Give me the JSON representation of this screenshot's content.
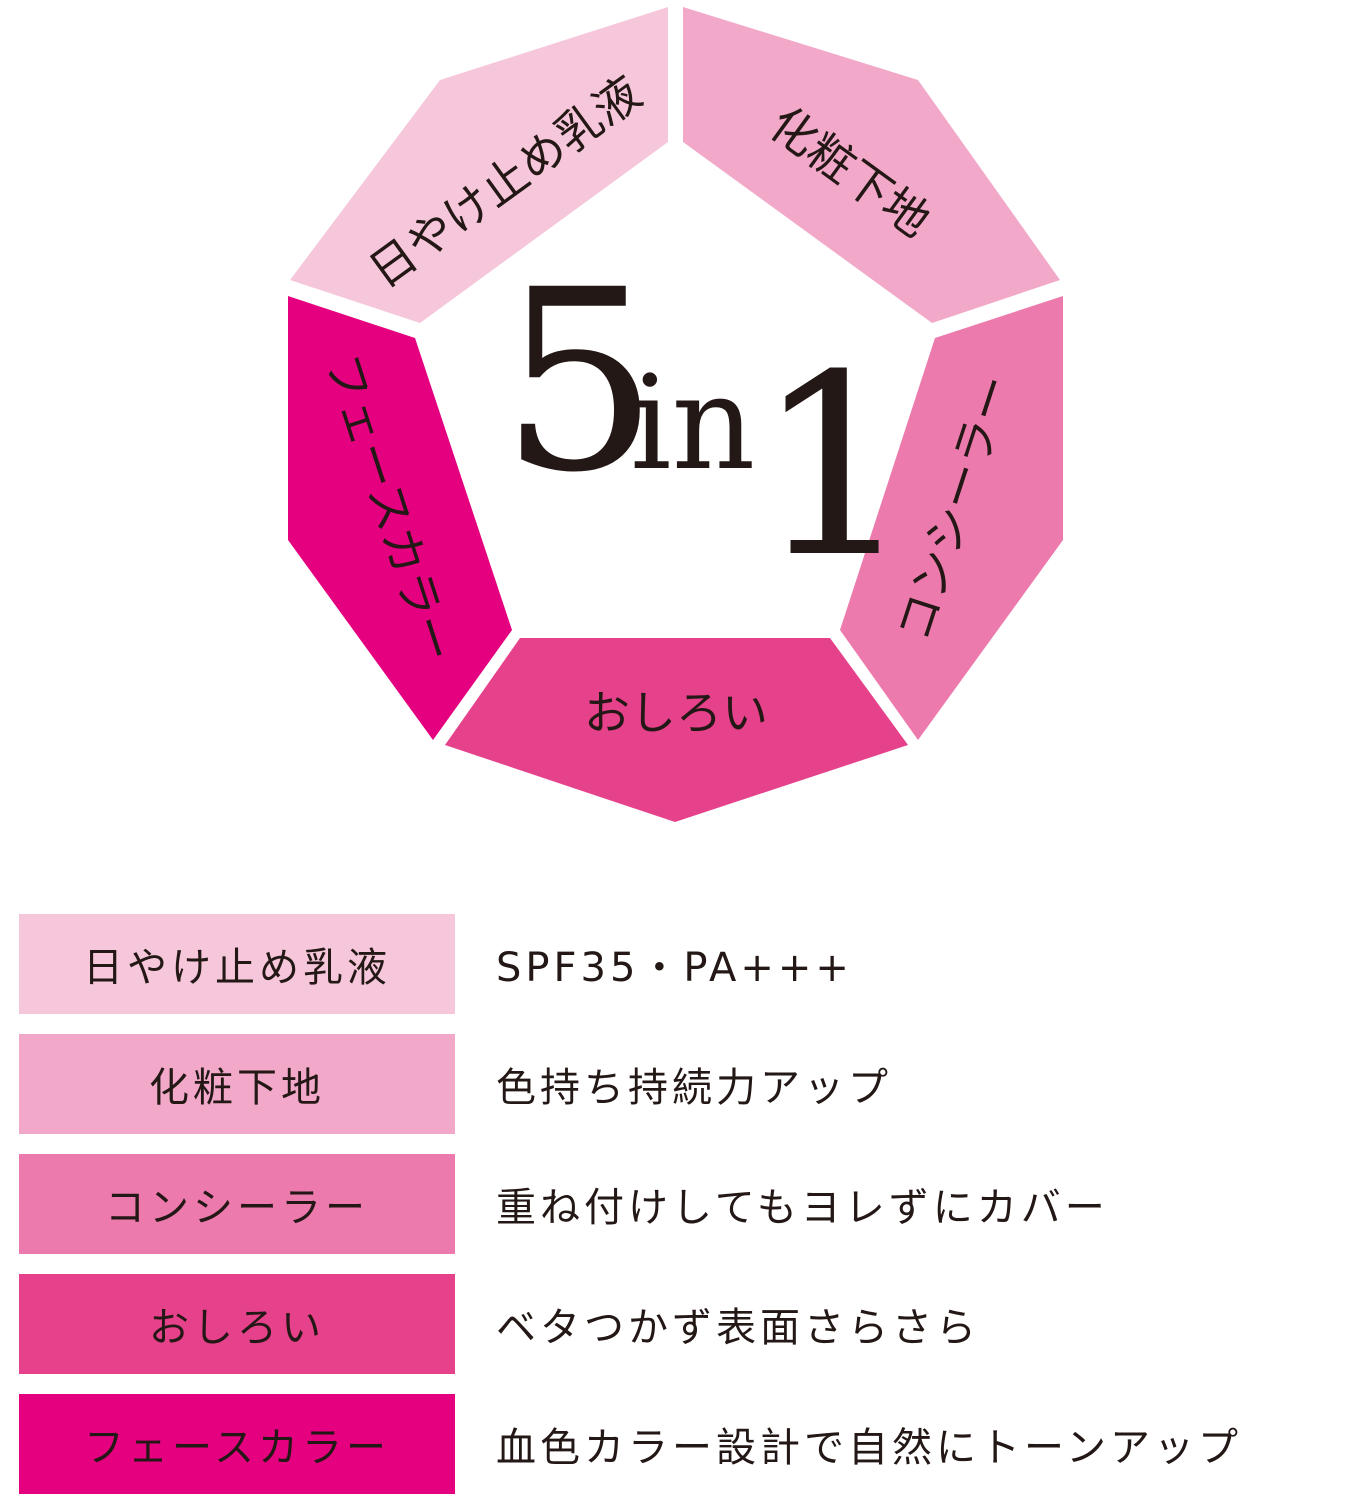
{
  "center": {
    "num1": "5",
    "word": "in",
    "num2": "1"
  },
  "segments": [
    {
      "label": "日やけ止め乳液",
      "color": "#f6c6da"
    },
    {
      "label": "化粧下地",
      "color": "#f2a9c9"
    },
    {
      "label": "コンシーラー",
      "color": "#ec7aac"
    },
    {
      "label": "おしろい",
      "color": "#e6418b"
    },
    {
      "label": "フェースカラー",
      "color": "#e4007f"
    }
  ],
  "rows": [
    {
      "tag": "日やけ止め乳液",
      "desc": "SPF35・PA+++",
      "color": "#f6c6da"
    },
    {
      "tag": "化粧下地",
      "desc": "色持ち持続力アップ",
      "color": "#f2a9c9"
    },
    {
      "tag": "コンシーラー",
      "desc": "重ね付けしてもヨレずにカバー",
      "color": "#ec7aac"
    },
    {
      "tag": "おしろい",
      "desc": "ベタつかず表面さらさら",
      "color": "#e6418b"
    },
    {
      "tag": "フェースカラー",
      "desc": "血色カラー設計で自然にトーンアップ",
      "color": "#e4007f"
    }
  ]
}
